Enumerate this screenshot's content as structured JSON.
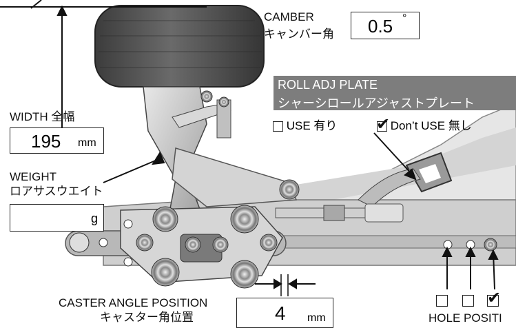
{
  "camber": {
    "label_en": "CAMBER",
    "label_jp": "キャンバー角",
    "value": "0.5",
    "unit": "°"
  },
  "roll_plate": {
    "title_en": "ROLL ADJ PLATE",
    "title_jp": "シャーシロールアジャストプレート",
    "use_label": "USE 有り",
    "dont_use_label": "Don’t USE 無し",
    "use_checked": false,
    "dont_use_checked": true
  },
  "width": {
    "label": "WIDTH 全幅",
    "value": "195",
    "unit": "mm"
  },
  "weight": {
    "label_en": "WEIGHT",
    "label_jp": "ロアサスウエイト",
    "value": "",
    "unit": "g"
  },
  "caster": {
    "label_en": "CASTER ANGLE POSITION",
    "label_jp": "キャスター角位置",
    "value": "4",
    "unit": "mm"
  },
  "hole_position": {
    "label": "HOLE POSITI",
    "options": [
      false,
      false,
      true
    ]
  },
  "colors": {
    "banner": "#7d7d7d",
    "tire": "#555555",
    "chassis": "#c9c9c9",
    "plate": "#e6e6e6"
  }
}
